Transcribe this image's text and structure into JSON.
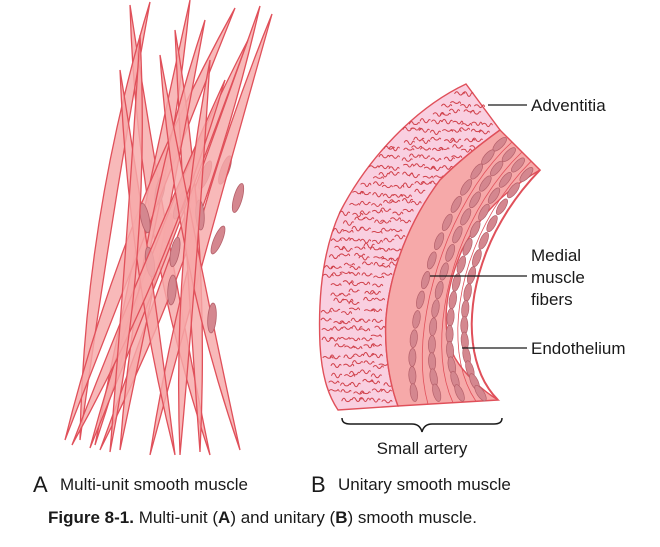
{
  "colors": {
    "fiber_fill": "#f6a9a9",
    "fiber_stroke": "#e0505a",
    "nucleus_fill": "#d4878f",
    "adventitia_fill": "#f9cfe0",
    "squiggle": "#d0404a",
    "line": "#1a1a1a"
  },
  "panel_a": {
    "letter": "A",
    "title": "Multi-unit smooth muscle"
  },
  "panel_b": {
    "letter": "B",
    "title": "Unitary smooth muscle",
    "brace_label": "Small artery",
    "labels": {
      "adventitia": "Adventitia",
      "medial_1": "Medial",
      "medial_2": "muscle",
      "medial_3": "fibers",
      "endothelium": "Endothelium"
    }
  },
  "caption": {
    "prefix": "Figure 8-1.",
    "text_1": " Multi-unit (",
    "a": "A",
    "text_2": ") and unitary (",
    "b": "B",
    "text_3": ") smooth muscle."
  }
}
